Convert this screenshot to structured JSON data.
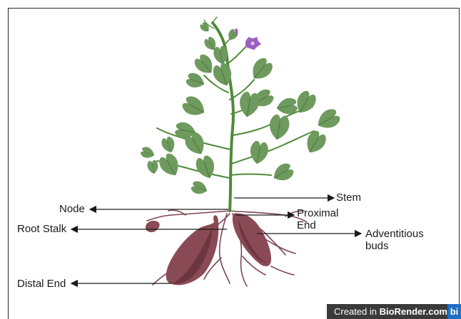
{
  "labels": {
    "stem": "Stem",
    "node": "Node",
    "proximal_end": "Proximal End",
    "root_stalk": "Root Stalk",
    "adventitious_buds": "Adventitious buds",
    "distal_end": "Distal End"
  },
  "badge": {
    "prefix": "Created in ",
    "brand": "BioRender.com",
    "logo": "bi"
  },
  "colors": {
    "leaf": "#6e9a5e",
    "leaf_vein": "#4d7a42",
    "stem": "#4f8a38",
    "tuber": "#8a4a55",
    "tuber_shadow": "#6d3540",
    "root": "#7d4650",
    "flower": "#9b5fc0",
    "arrow": "#1a1a1a"
  }
}
